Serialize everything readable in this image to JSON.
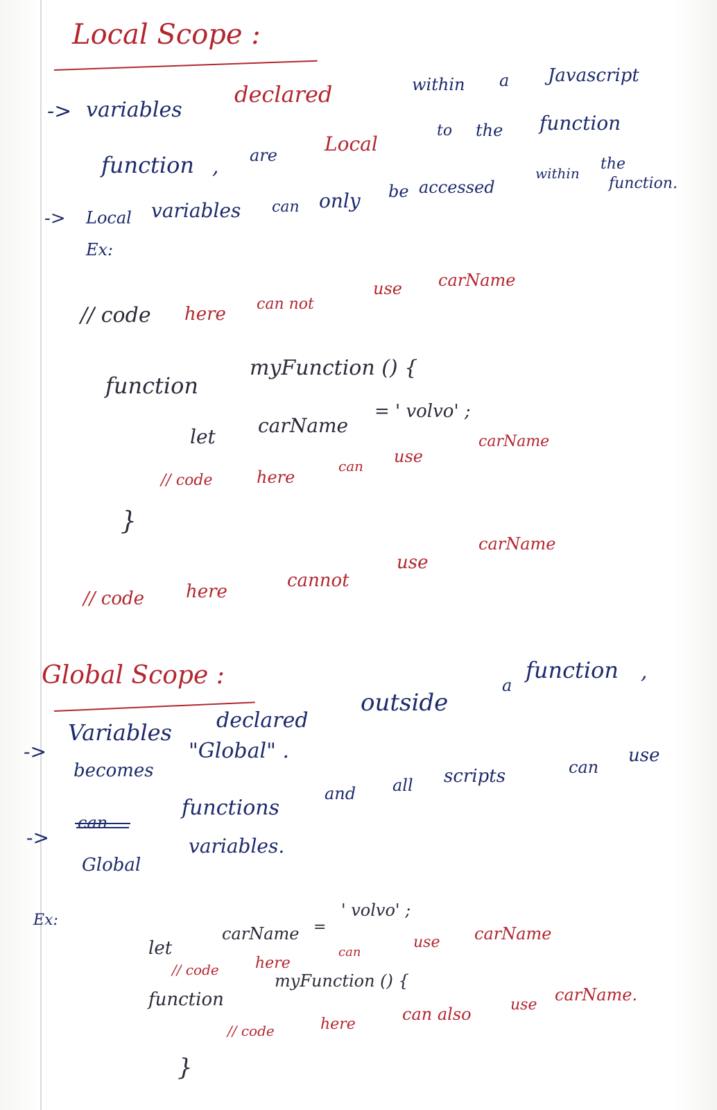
{
  "local": {
    "heading": "Local Scope :",
    "bullet1": {
      "arrow": "->",
      "w1": "variables",
      "w2": "declared",
      "w3": "within",
      "w4": "a",
      "w5": "Javascript",
      "w6": "function",
      "w7": ",",
      "w8": "are",
      "w9": "Local",
      "w10": "to",
      "w11": "the",
      "w12": "function"
    },
    "bullet2": {
      "arrow": "->",
      "w1": "Local",
      "w2": "variables",
      "w3": "can",
      "w4": "only",
      "w5": "be",
      "w6": "accessed",
      "w7": "within",
      "w8": "the",
      "w9": "function."
    },
    "example_label": "Ex:",
    "code": {
      "c1a": "// code",
      "c1b": "here",
      "c1c": "can not",
      "c1d": "use",
      "c1e": "carName",
      "c2a": "function",
      "c2b": "myFunction () {",
      "c3a": "let",
      "c3b": "carName",
      "c3c": "= ' volvo' ;",
      "c4a": "// code",
      "c4b": "here",
      "c4c": "can",
      "c4d": "use",
      "c4e": "carName",
      "c5": "}",
      "c6a": "// code",
      "c6b": "here",
      "c6c": "cannot",
      "c6d": "use",
      "c6e": "carName"
    }
  },
  "global": {
    "heading": "Global Scope :",
    "bullet1": {
      "arrow": "->",
      "w1": "Variables",
      "w2": "declared",
      "w3": "outside",
      "w4": "a",
      "w5": "function",
      "w6": ",",
      "w7": "becomes",
      "w8": "\"Global\" .",
      "w9": "and",
      "w10": "all",
      "w11": "scripts",
      "w12": "can",
      "w13": "use"
    },
    "bullet2": {
      "arrow": "->",
      "w1": "Global",
      "w2": "functions",
      "w3": "variables."
    },
    "example_label": "Ex:",
    "code": {
      "c1a": "let",
      "c1b": "carName",
      "c1c": "=",
      "c1d": "' volvo' ;",
      "c2a": "// code",
      "c2b": "here",
      "c2c": "can",
      "c2d": "use",
      "c2e": "carName",
      "c3a": "function",
      "c3b": "myFunction () {",
      "c4a": "// code",
      "c4b": "here",
      "c4c": "can also",
      "c4d": "use",
      "c4e": "carName.",
      "c5": "}"
    }
  },
  "colors": {
    "ink_red": "#b3262f",
    "ink_blue": "#1c2a6b",
    "paper": "#ffffff"
  }
}
